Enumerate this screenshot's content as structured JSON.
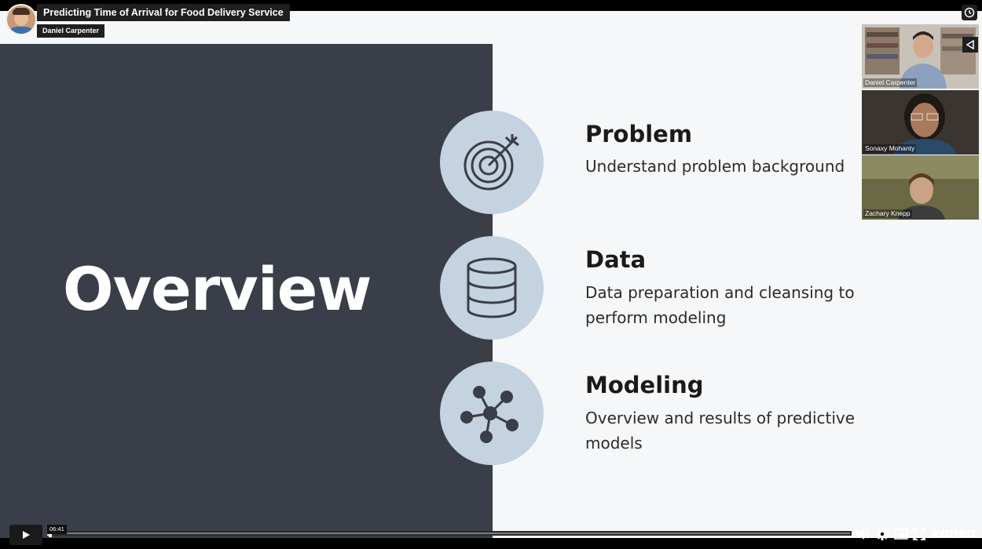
{
  "header": {
    "video_title": "Predicting Time of Arrival for Food Delivery Service",
    "author": "Daniel Carpenter"
  },
  "slide": {
    "title": "Overview",
    "items": [
      {
        "title": "Problem",
        "description": "Understand problem background",
        "icon": "target-icon"
      },
      {
        "title": "Data",
        "description": "Data preparation and cleansing to perform modeling",
        "icon": "database-icon"
      },
      {
        "title": "Modeling",
        "description": "Overview and results of predictive models",
        "icon": "network-icon"
      }
    ]
  },
  "participants": [
    {
      "name": "Daniel Carpenter"
    },
    {
      "name": "Sonaxy Mohanty"
    },
    {
      "name": "Zachary Knepp"
    }
  ],
  "player": {
    "current_time": "06:41",
    "progress": 0.004,
    "logo": "vimeo",
    "icons": [
      "play-icon",
      "volume-icon",
      "settings-icon",
      "pip-icon",
      "fullscreen-icon",
      "watch-later-icon",
      "share-icon"
    ]
  },
  "colors": {
    "dark_panel": "#3a3e48",
    "circle": "#c5d2e0",
    "icon_stroke": "#3a3e48",
    "slide_bg": "#f6f7f8"
  }
}
